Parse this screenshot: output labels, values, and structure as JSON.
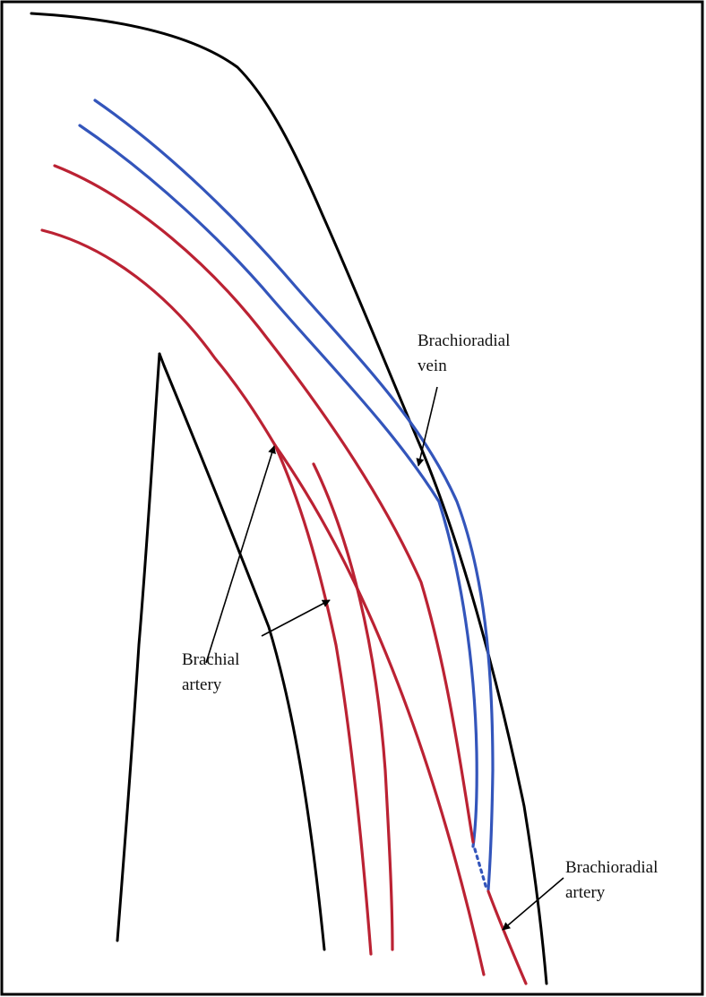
{
  "labels": {
    "brachioradial_vein": [
      "Brachioradial",
      "vein"
    ],
    "brachial_artery": [
      "Brachial",
      "artery"
    ],
    "brachioradial_artery": [
      "Brachioradial",
      "artery"
    ]
  },
  "colors": {
    "outline": "#000000",
    "vein": "#3355bb",
    "artery": "#bb2233",
    "background": "#ffffff"
  }
}
